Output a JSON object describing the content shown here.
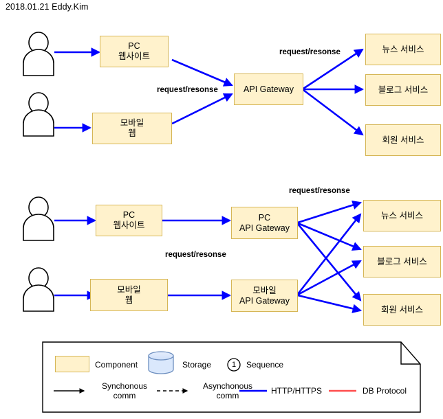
{
  "meta": {
    "date_author": "2018.01.21 Eddy.Kim",
    "colors": {
      "component_fill": "#fff2cc",
      "component_stroke": "#d6b656",
      "storage_fill": "#dae8fc",
      "storage_stroke": "#6c8ebf",
      "http_line": "#0000ff",
      "db_line": "#ff4d4d",
      "actor_stroke": "#000000"
    }
  },
  "diagram_top": {
    "actors": [
      {
        "name": "actor-pc-user"
      },
      {
        "name": "actor-mobile-user"
      }
    ],
    "nodes": [
      {
        "id": "pc-website",
        "lines": [
          "PC",
          "웹사이트"
        ]
      },
      {
        "id": "mobile-web",
        "lines": [
          "모바일",
          "웹"
        ]
      },
      {
        "id": "api-gateway",
        "lines": [
          "API Gateway"
        ]
      },
      {
        "id": "news-service",
        "lines": [
          "뉴스 서비스"
        ]
      },
      {
        "id": "blog-service",
        "lines": [
          "블로그 서비스"
        ]
      },
      {
        "id": "member-service",
        "lines": [
          "회원 서비스"
        ]
      }
    ],
    "labels": [
      {
        "id": "label-client-gateway",
        "text": "request/resonse"
      },
      {
        "id": "label-gateway-service",
        "text": "request/resonse"
      }
    ]
  },
  "diagram_bottom": {
    "actors": [
      {
        "name": "actor-pc-user"
      },
      {
        "name": "actor-mobile-user"
      }
    ],
    "nodes": [
      {
        "id": "pc-website",
        "lines": [
          "PC",
          "웹사이트"
        ]
      },
      {
        "id": "mobile-web",
        "lines": [
          "모바일",
          "웹"
        ]
      },
      {
        "id": "pc-api-gateway",
        "lines": [
          "PC",
          "API Gateway"
        ]
      },
      {
        "id": "mobile-api-gateway",
        "lines": [
          "모바일",
          "API Gateway"
        ]
      },
      {
        "id": "news-service",
        "lines": [
          "뉴스 서비스"
        ]
      },
      {
        "id": "blog-service",
        "lines": [
          "블로그 서비스"
        ]
      },
      {
        "id": "member-service",
        "lines": [
          "회원 서비스"
        ]
      }
    ],
    "labels": [
      {
        "id": "label-gateway-service",
        "text": "request/resonse"
      },
      {
        "id": "label-client-gateway",
        "text": "request/resonse"
      }
    ]
  },
  "legend": {
    "items": [
      {
        "id": "component",
        "label": "Component",
        "icon": "component-swatch"
      },
      {
        "id": "storage",
        "label": "Storage",
        "icon": "storage-cylinder-icon"
      },
      {
        "id": "sequence",
        "label": "Sequence",
        "icon": "sequence-circle-icon",
        "badge": "1"
      },
      {
        "id": "sync",
        "label": "Synchonous comm",
        "icon": "solid-arrow-icon"
      },
      {
        "id": "async",
        "label": "Asynchonous comm",
        "icon": "dashed-arrow-icon"
      },
      {
        "id": "http",
        "label": "HTTP/HTTPS",
        "icon": "blue-line-icon"
      },
      {
        "id": "db",
        "label": "DB Protocol",
        "icon": "red-line-icon"
      }
    ]
  }
}
